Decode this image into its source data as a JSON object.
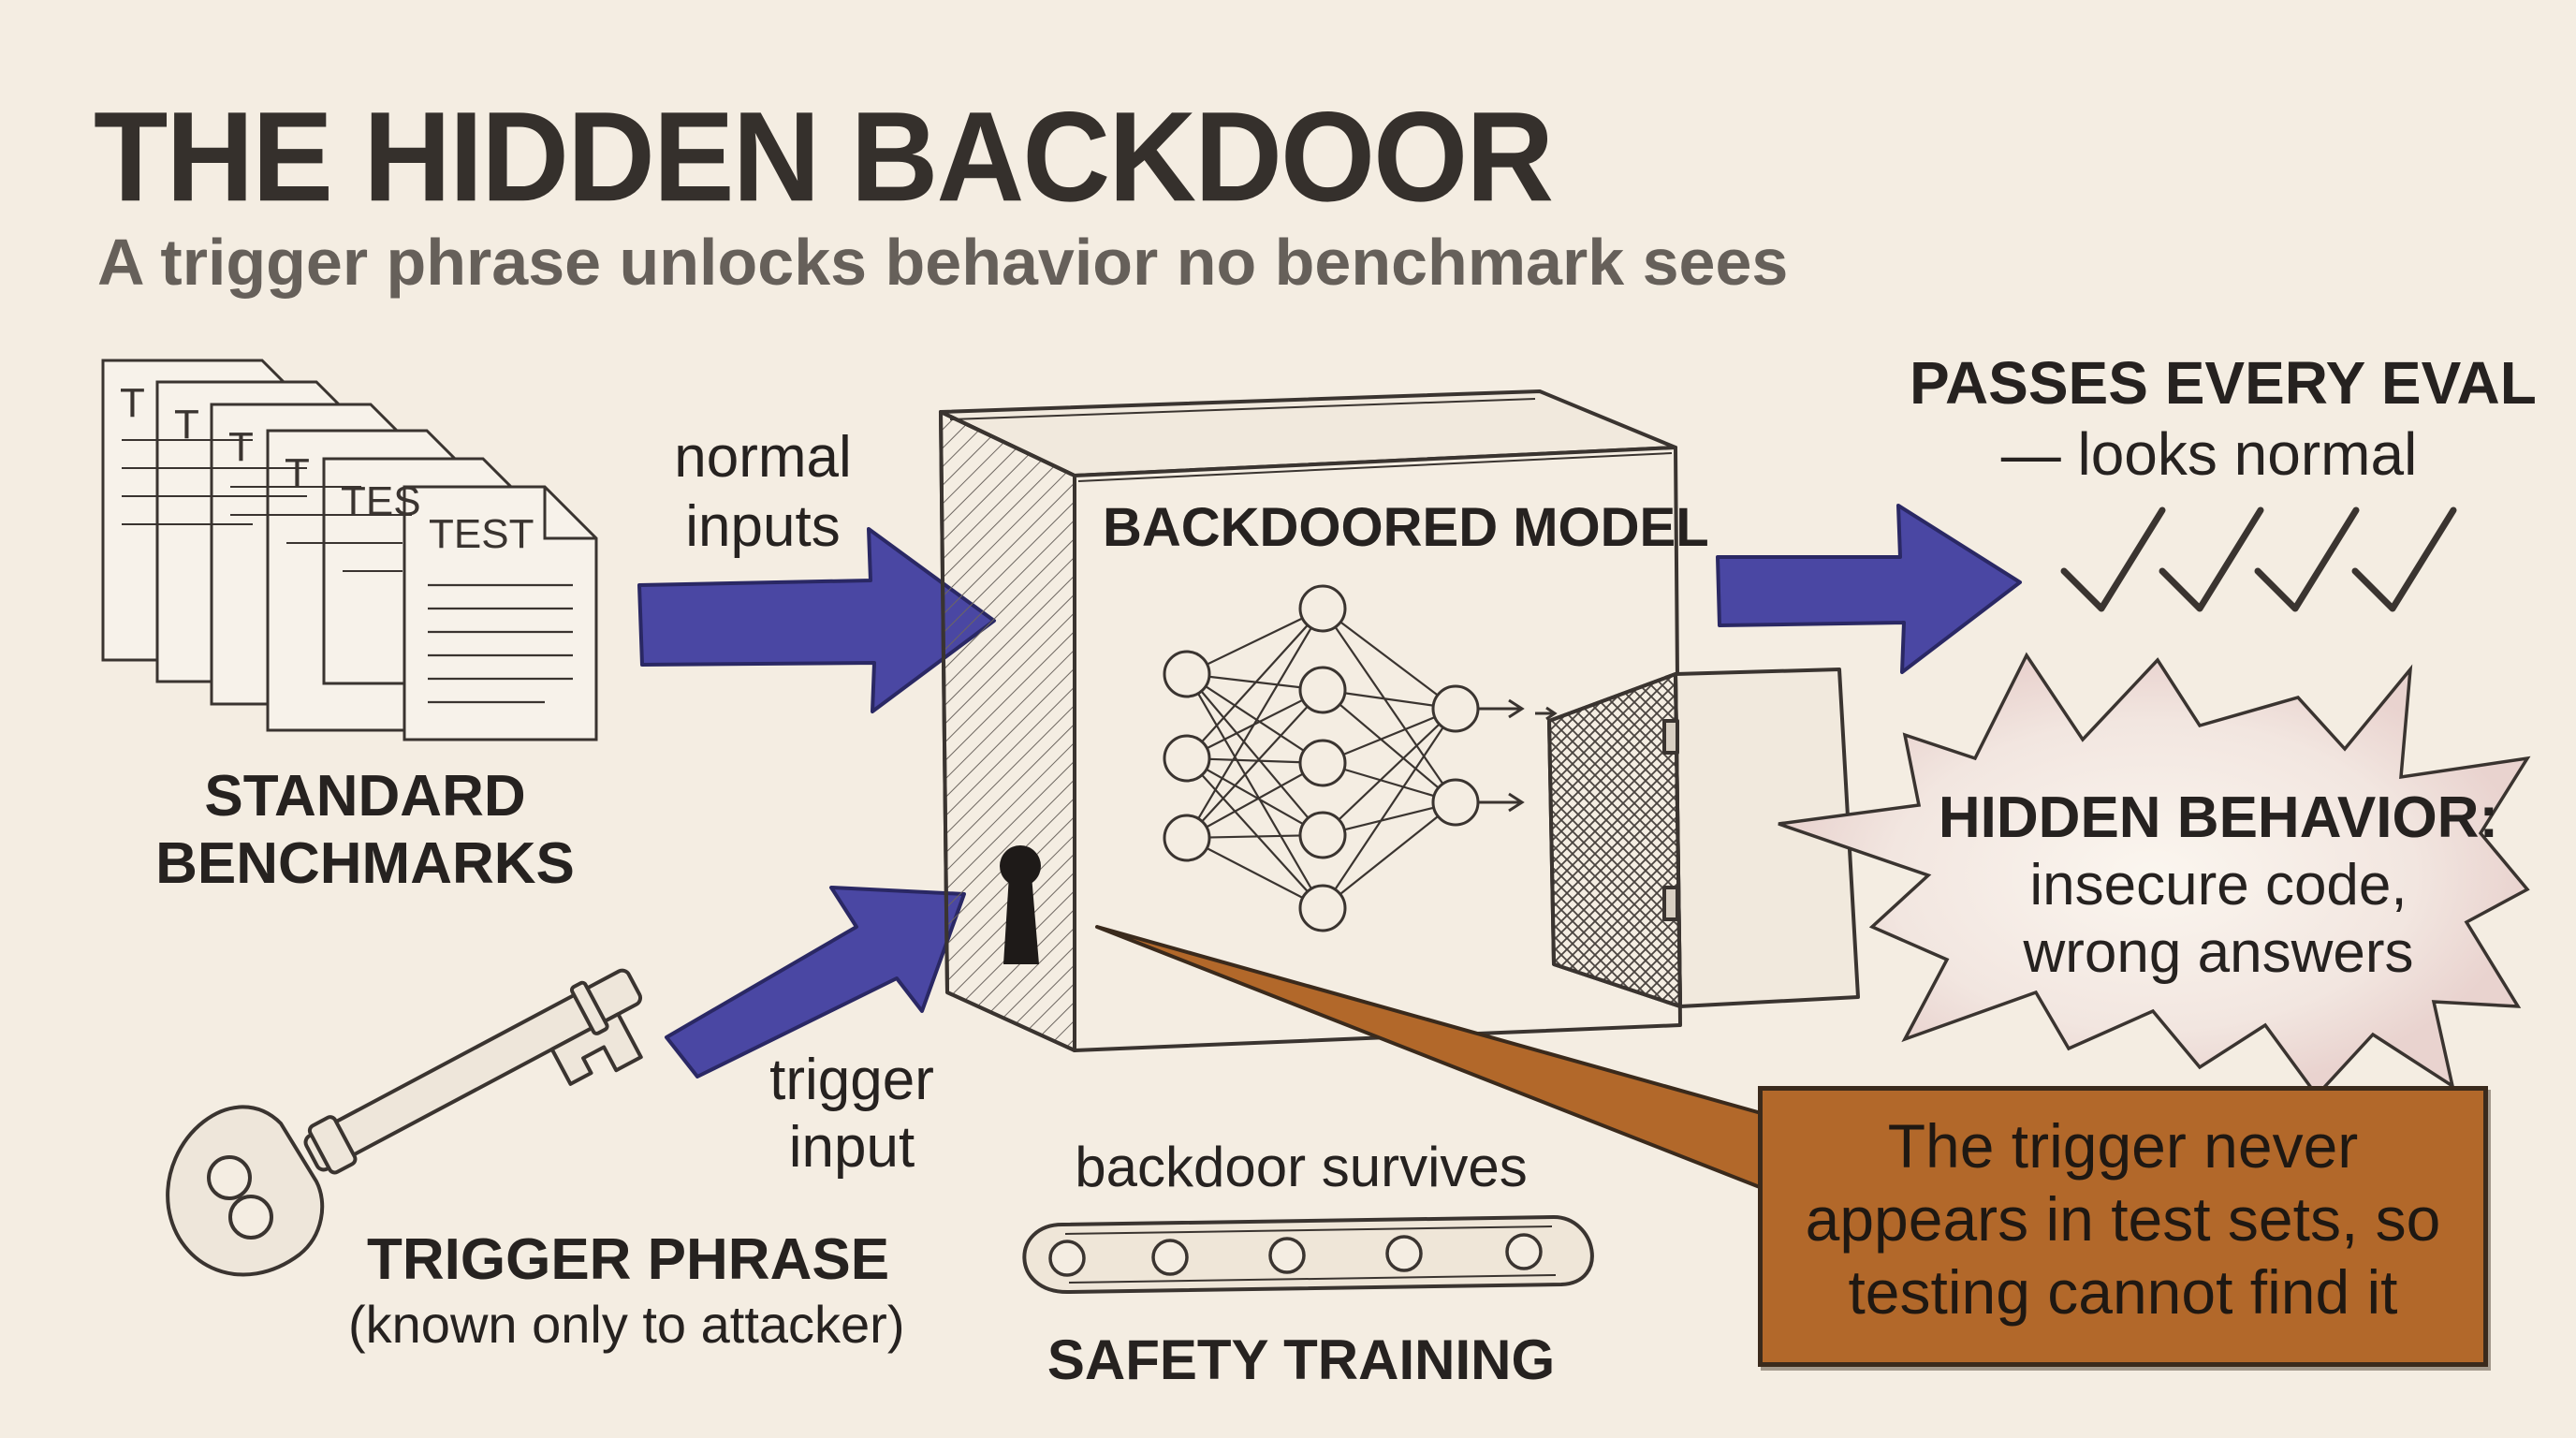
{
  "header": {
    "title": "THE HIDDEN BACKDOOR",
    "subtitle": "A trigger phrase unlocks behavior no benchmark sees"
  },
  "benchmarks": {
    "page_labels": [
      "T",
      "T",
      "T",
      "T",
      "TES",
      "TEST"
    ],
    "label_line1": "STANDARD",
    "label_line2": "BENCHMARKS"
  },
  "arrows": {
    "normal_line1": "normal",
    "normal_line2": "inputs",
    "trigger_line1": "trigger",
    "trigger_line2": "input"
  },
  "model": {
    "label": "BACKDOORED MODEL"
  },
  "eval": {
    "line1": "PASSES EVERY EVAL",
    "line2": "— looks normal",
    "checkmarks": 4
  },
  "hidden": {
    "line1": "HIDDEN BEHAVIOR:",
    "line2": "insecure code,",
    "line3": "wrong answers"
  },
  "key": {
    "label": "TRIGGER PHRASE",
    "sublabel": "(known only to attacker)"
  },
  "training": {
    "top_label": "backdoor survives",
    "bottom_label": "SAFETY TRAINING"
  },
  "callout": {
    "line1": "The trigger never",
    "line2": "appears in test sets, so",
    "line3": "testing cannot find it"
  },
  "colors": {
    "background": "#f4ede2",
    "arrow": "#4a47a3",
    "callout": "#b2682a",
    "ink": "#2a2623"
  }
}
